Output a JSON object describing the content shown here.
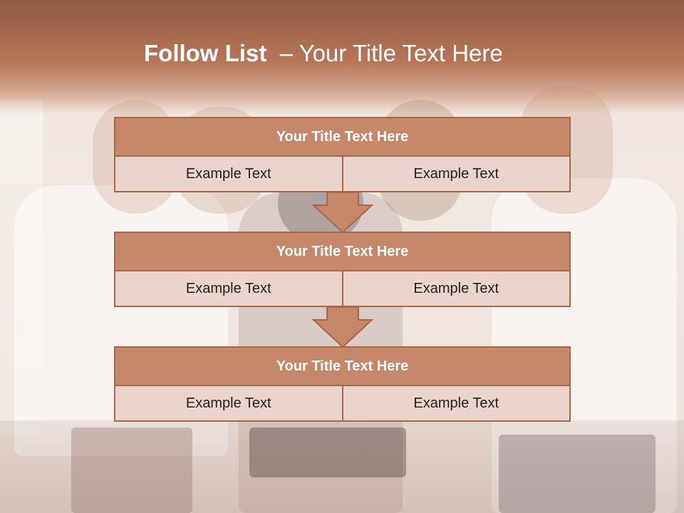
{
  "slide": {
    "title_bold": "Follow List",
    "title_rest": "– Your Title Text Here"
  },
  "blocks": [
    {
      "title": "Your Title Text Here",
      "left": "Example Text",
      "right": "Example Text"
    },
    {
      "title": "Your Title Text Here",
      "left": "Example Text",
      "right": "Example Text"
    },
    {
      "title": "Your Title Text Here",
      "left": "Example Text",
      "right": "Example Text"
    }
  ],
  "colors": {
    "header_fill": "#c6876a",
    "border": "#a9674a",
    "cell_fill": "#ead4cc",
    "arrow_fill": "#c6876a"
  }
}
